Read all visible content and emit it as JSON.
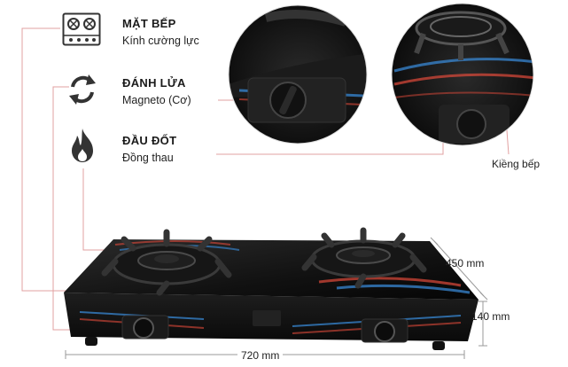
{
  "specs": [
    {
      "title": "MẶT BẾP",
      "value": "Kính cường lực",
      "icon": "cooktop-icon"
    },
    {
      "title": "ĐÁNH LỬA",
      "value": "Magneto (Cơ)",
      "icon": "refresh-icon"
    },
    {
      "title": "ĐẦU ĐỐT",
      "value": "Đồng thau",
      "icon": "flame-icon"
    }
  ],
  "callouts": {
    "trivet_label": "Kiềng bếp"
  },
  "dimensions": {
    "depth": "450 mm",
    "height": "140 mm",
    "width": "720 mm"
  },
  "colors": {
    "leader_line": "#e2a0a0",
    "glass": "#141414",
    "flame_red": "#e04a3a",
    "flame_blue": "#3a8fe0"
  }
}
